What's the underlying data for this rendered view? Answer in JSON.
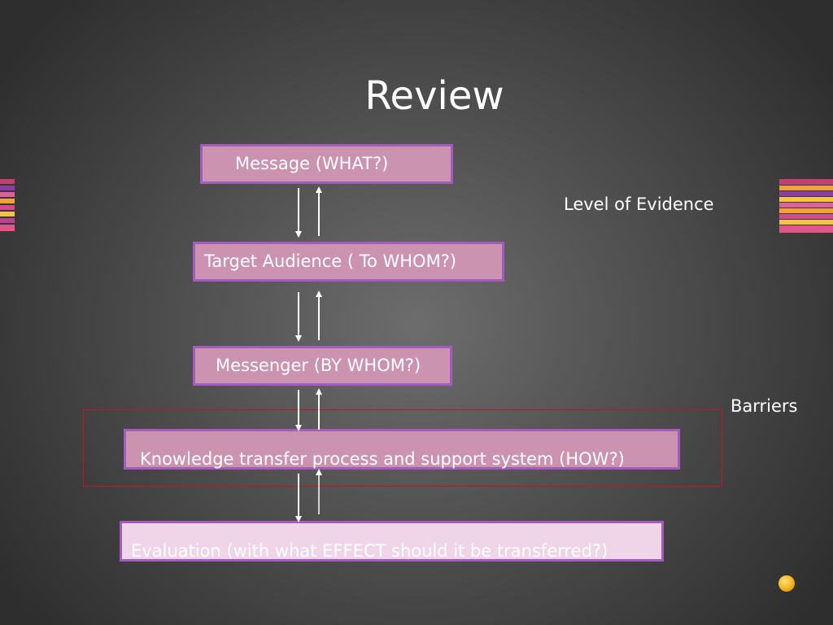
{
  "slide": {
    "title": "Review"
  },
  "flow": {
    "steps": [
      {
        "label": "Message (WHAT?)"
      },
      {
        "label": "Target Audience ( To WHOM?)"
      },
      {
        "label": "Messenger (BY WHOM?)"
      },
      {
        "label": "Knowledge transfer process and support system (HOW?)"
      },
      {
        "label": "Evaluation (with what EFFECT should it be transferred?)"
      }
    ],
    "side_labels": {
      "level_of_evidence": "Level of Evidence",
      "barriers": "Barriers"
    }
  },
  "colors": {
    "box_fill": "#cc93b0",
    "box_border": "#a35cbd",
    "last_box_fill": "#f0d5e9",
    "barrier_frame": "#c8141e",
    "arrow": "#ffffff"
  },
  "decorations": {
    "left_stripes_icon": "striped-bar-icon",
    "right_stripes_icon": "striped-bar-icon",
    "corner_dot_icon": "orange-dot-icon"
  }
}
